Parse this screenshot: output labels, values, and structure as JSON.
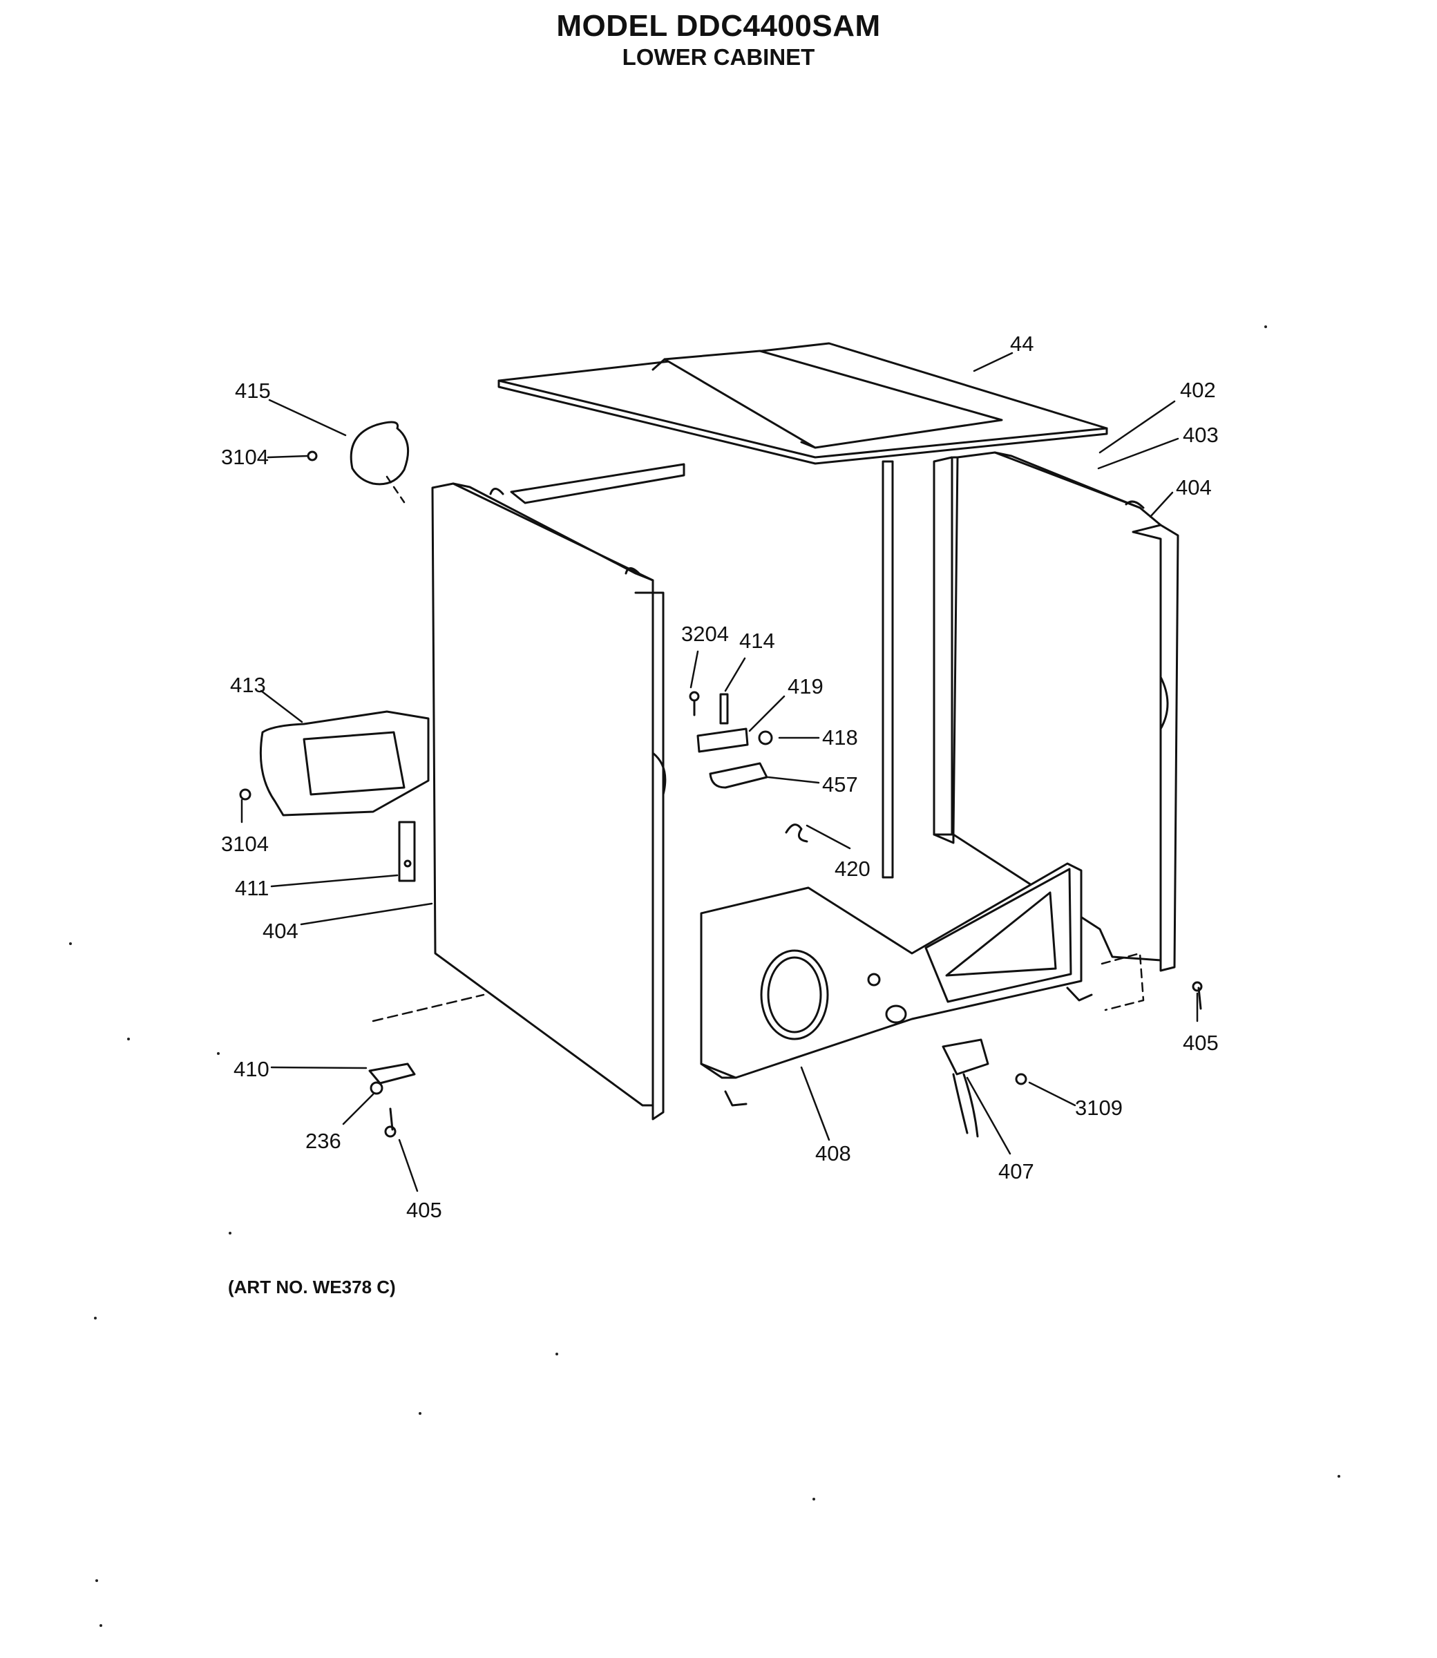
{
  "header": {
    "title": "MODEL DDC4400SAM",
    "subtitle": "LOWER CABINET"
  },
  "footer": {
    "art_number": "(ART NO. WE378 C)"
  },
  "callouts": {
    "c44": "44",
    "c402": "402",
    "c403": "403",
    "c404_right": "404",
    "c415": "415",
    "c3104_top": "3104",
    "c3204": "3204",
    "c414": "414",
    "c419": "419",
    "c418": "418",
    "c457": "457",
    "c420": "420",
    "c413": "413",
    "c3104_bottom": "3104",
    "c411": "411",
    "c404_left": "404",
    "c405_right": "405",
    "c410": "410",
    "c236": "236",
    "c405_bottom": "405",
    "c408": "408",
    "c3109": "3109",
    "c407": "407"
  }
}
